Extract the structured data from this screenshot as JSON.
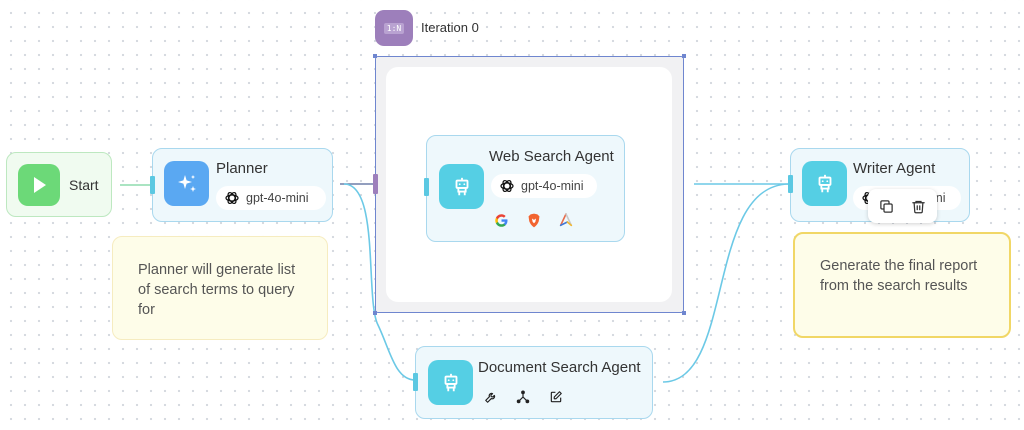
{
  "nodes": {
    "start": {
      "label": "Start",
      "color": "#6cd978"
    },
    "planner": {
      "label": "Planner",
      "model": "gpt-4o-mini"
    },
    "iteration": {
      "badge": "1:N",
      "label": "Iteration 0"
    },
    "web_search": {
      "label": "Web Search Agent",
      "model": "gpt-4o-mini",
      "tools": [
        "google-icon",
        "brave-icon",
        "arxiv-icon"
      ]
    },
    "document_search": {
      "label": "Document Search Agent",
      "tools": [
        "wrench-icon",
        "graph-icon",
        "edit-icon"
      ]
    },
    "writer": {
      "label": "Writer Agent",
      "model": "gpt-4o-mini"
    }
  },
  "notes": {
    "planner": "Planner will generate list of search terms to query for",
    "writer": "Generate the final report from the search results"
  },
  "node_toolbar": {
    "items": [
      "copy-icon",
      "trash-icon"
    ]
  },
  "colors": {
    "accent": "#5bc8e2",
    "planner_icon": "#5aa8f2",
    "agent_icon": "#55cfe4",
    "iteration_badge": "#9d7fbb",
    "selection": "#6f86cf",
    "note_border_selected": "#f1d766"
  }
}
